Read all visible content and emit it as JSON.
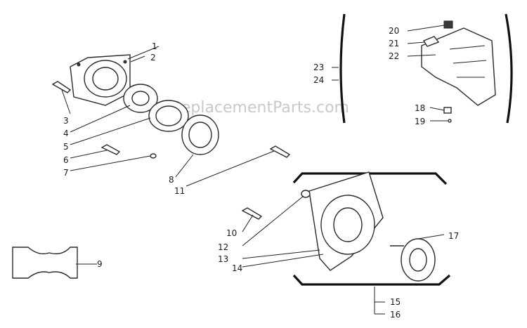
{
  "watermark": "eReplacementParts.com",
  "callouts": [
    "1",
    "2",
    "3",
    "4",
    "5",
    "6",
    "7",
    "8",
    "9",
    "10",
    "11",
    "12",
    "13",
    "14",
    "15",
    "16",
    "17",
    "18",
    "19",
    "20",
    "21",
    "22",
    "23",
    "24"
  ]
}
